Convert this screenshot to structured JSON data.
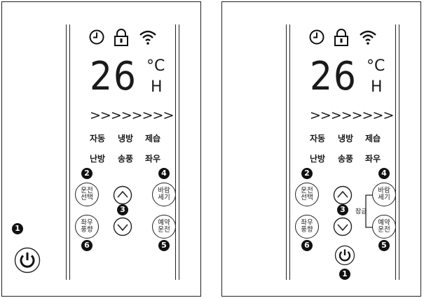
{
  "temperature": "26",
  "unit_c": "°C",
  "unit_h": "H",
  "fan_arrows": ">>>>>>>>",
  "modes": {
    "auto": "자동",
    "cool": "냉방",
    "dehumidify": "제습",
    "heat": "난방",
    "fan": "송풍",
    "swing": "좌우"
  },
  "buttons": {
    "operation_select": "운전\n선택",
    "fan_strength": "바람\n세기",
    "swing_wind": "좌우\n풍향",
    "reserve_run": "예약\n운전"
  },
  "badges": {
    "power": "1",
    "operation_select": "2",
    "up_down": "3",
    "fan_strength": "4",
    "reserve_run": "5",
    "swing_wind": "6"
  },
  "lock_label": "잠금",
  "icons": [
    "clock-icon",
    "lock-icon",
    "wifi-icon",
    "power-icon",
    "chevron-up-icon",
    "chevron-down-icon"
  ],
  "colors": {
    "line": "#222222",
    "badge": "#111111",
    "background": "#ffffff"
  }
}
